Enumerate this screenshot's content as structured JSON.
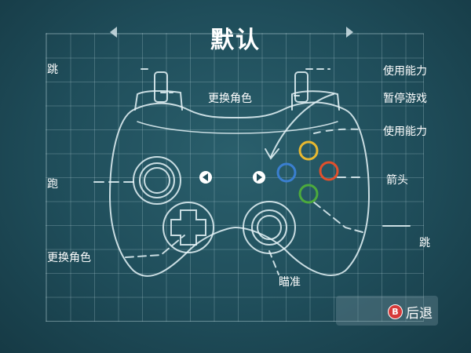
{
  "screen": {
    "title": "默认"
  },
  "labels": {
    "jump_left": "跳",
    "run": "跑",
    "switch_char_bottom": "更换角色",
    "switch_char_top": "更换角色",
    "use_ability_top": "使用能力",
    "pause": "暂停游戏",
    "use_ability_mid": "使用能力",
    "arrow": "箭头",
    "jump_right": "跳",
    "aim": "瞄准"
  },
  "back": {
    "button_icon": "B",
    "label": "后退"
  },
  "colors": {
    "face_button_yellow": "#e8b830",
    "face_button_blue": "#3a7fd0",
    "face_button_red": "#e0502c",
    "face_button_green": "#4caa3c",
    "back_badge": "#d63a3a"
  }
}
